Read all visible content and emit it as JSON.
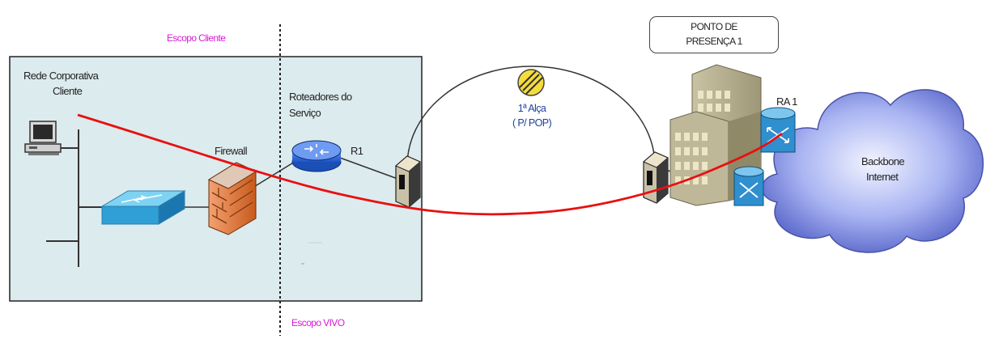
{
  "labels": {
    "escopo_cliente": "Escopo Cliente",
    "escopo_vivo": "Escopo VIVO",
    "rede_line1": "Rede Corporativa",
    "rede_line2": "Cliente",
    "roteadores_line1": "Roteadores do",
    "roteadores_line2": "Serviço",
    "firewall": "Firewall",
    "r1": "R1",
    "alca_line1": "1ª Alça",
    "alca_line2": "( P/ POP)",
    "pop_line1": "PONTO DE",
    "pop_line2": "PRESENÇA 1",
    "ra1": "RA 1",
    "backbone_line1": "Backbone",
    "backbone_line2": "Internet"
  },
  "colors": {
    "client_area": "#dcebed",
    "path": "#e81010",
    "scope_label": "#d81ad8",
    "link_label": "#1f3f9e"
  },
  "icons": [
    "workstation-icon",
    "switch-icon",
    "firewall-icon",
    "router-icon",
    "modem-icon",
    "building-icon",
    "cloud-icon",
    "repeater-icon"
  ]
}
